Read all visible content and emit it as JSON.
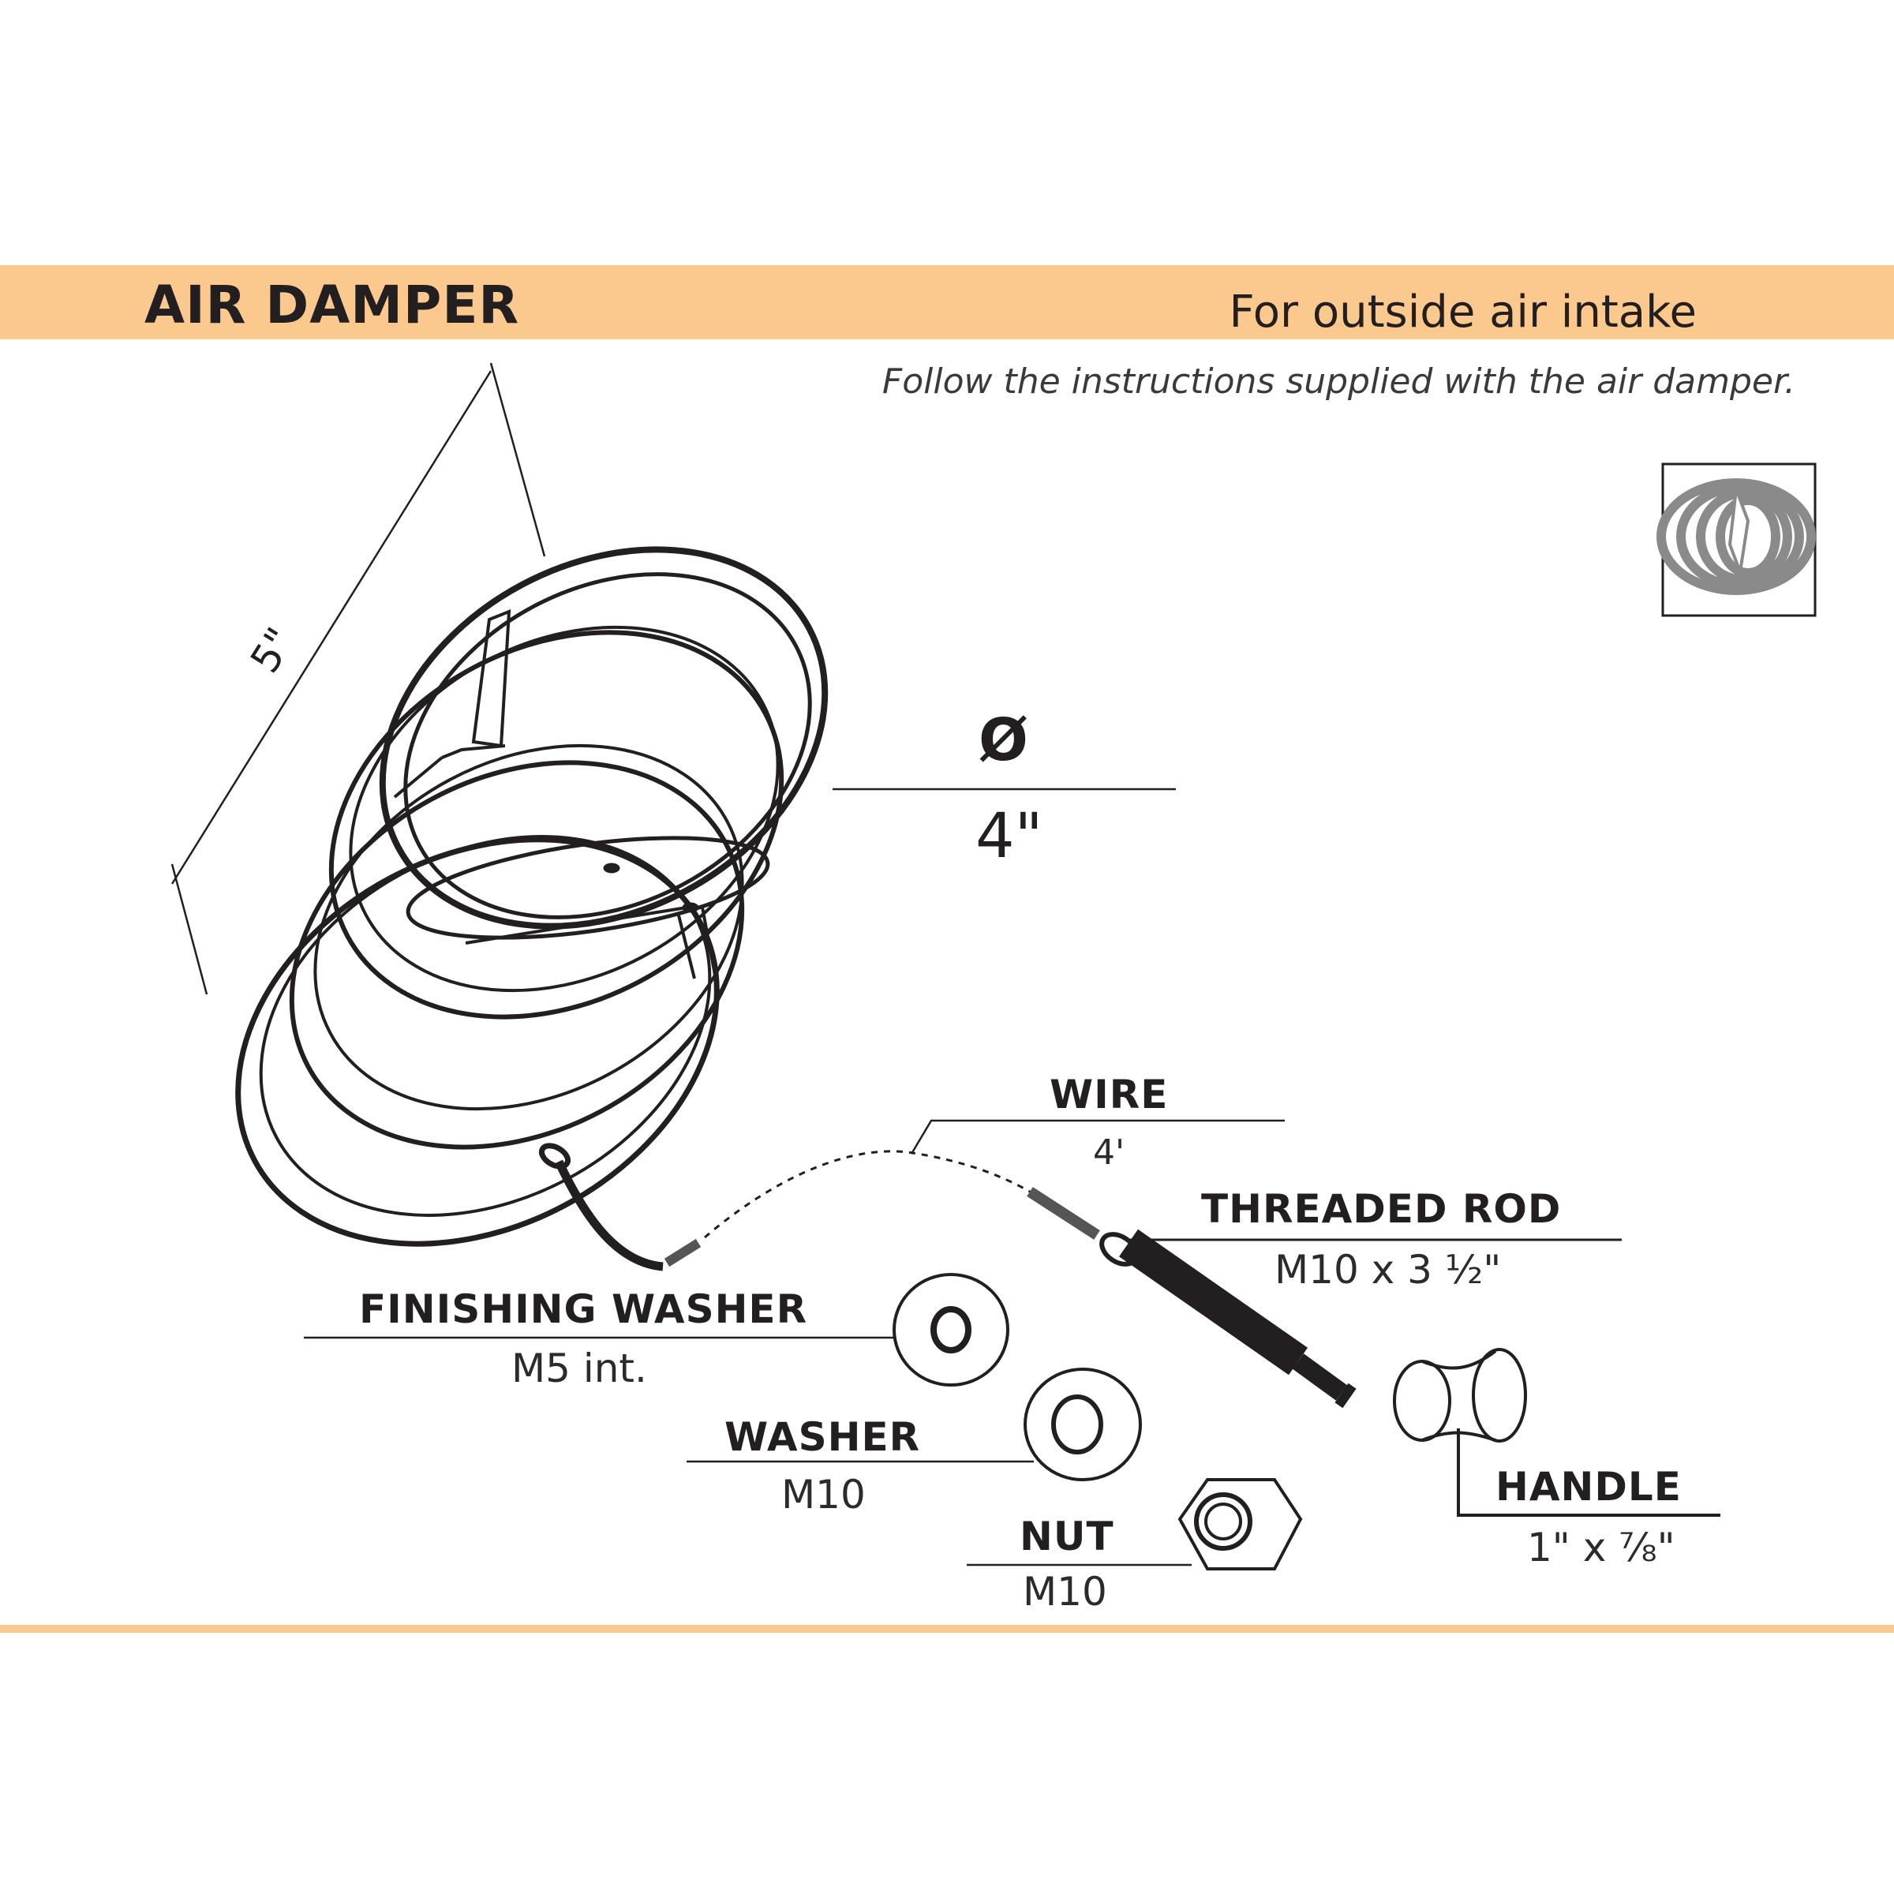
{
  "header": {
    "title": "AIR DAMPER",
    "subtitle": "For outside air intake",
    "note": "Follow the instructions supplied with the air damper."
  },
  "dimensions": {
    "length": "5\"",
    "diameter_symbol": "Ø",
    "diameter": "4\""
  },
  "parts": {
    "wire": {
      "name": "WIRE",
      "spec": "4'"
    },
    "threaded_rod": {
      "name": "THREADED ROD",
      "spec": "M10 x 3 ½\""
    },
    "finishing_washer": {
      "name": "FINISHING WASHER",
      "spec": "M5 int."
    },
    "washer": {
      "name": "WASHER",
      "spec": "M10"
    },
    "nut": {
      "name": "NUT",
      "spec": "M10"
    },
    "handle": {
      "name": "HANDLE",
      "spec": "1\" x ⅞\""
    }
  },
  "colors": {
    "accent_band": "#fbc98e",
    "line": "#231f20",
    "logo_gray": "#8a8a8a"
  }
}
